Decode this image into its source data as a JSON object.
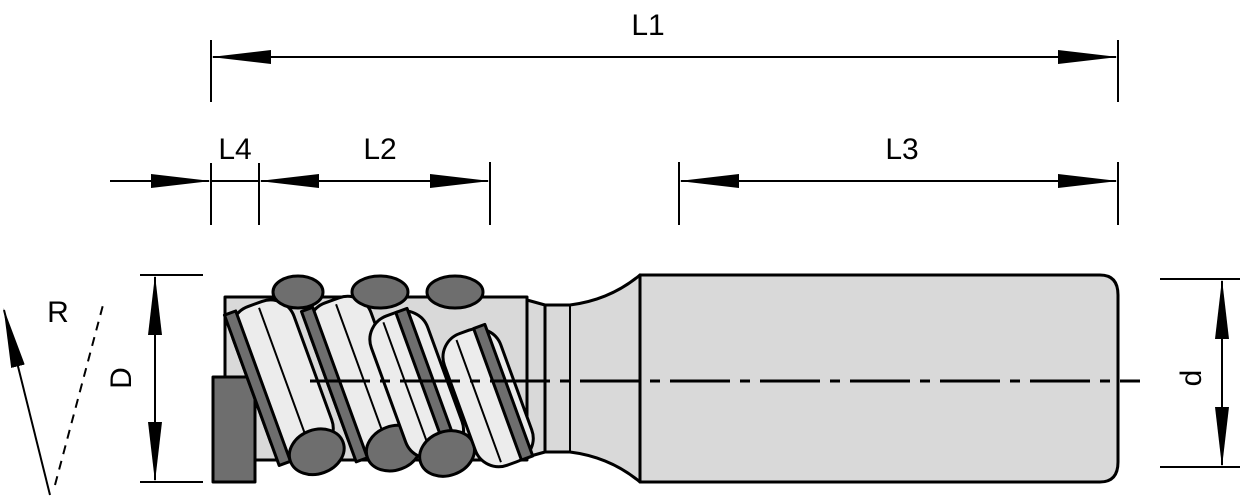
{
  "labels": {
    "L1": "L1",
    "L2": "L2",
    "L3": "L3",
    "L4": "L4",
    "R": "R",
    "D": "D",
    "d": "d"
  },
  "colors": {
    "body": "#d9d9d9",
    "cutter_light": "#ececec",
    "cutter_dark": "#6e6e6e",
    "line": "#000000"
  }
}
